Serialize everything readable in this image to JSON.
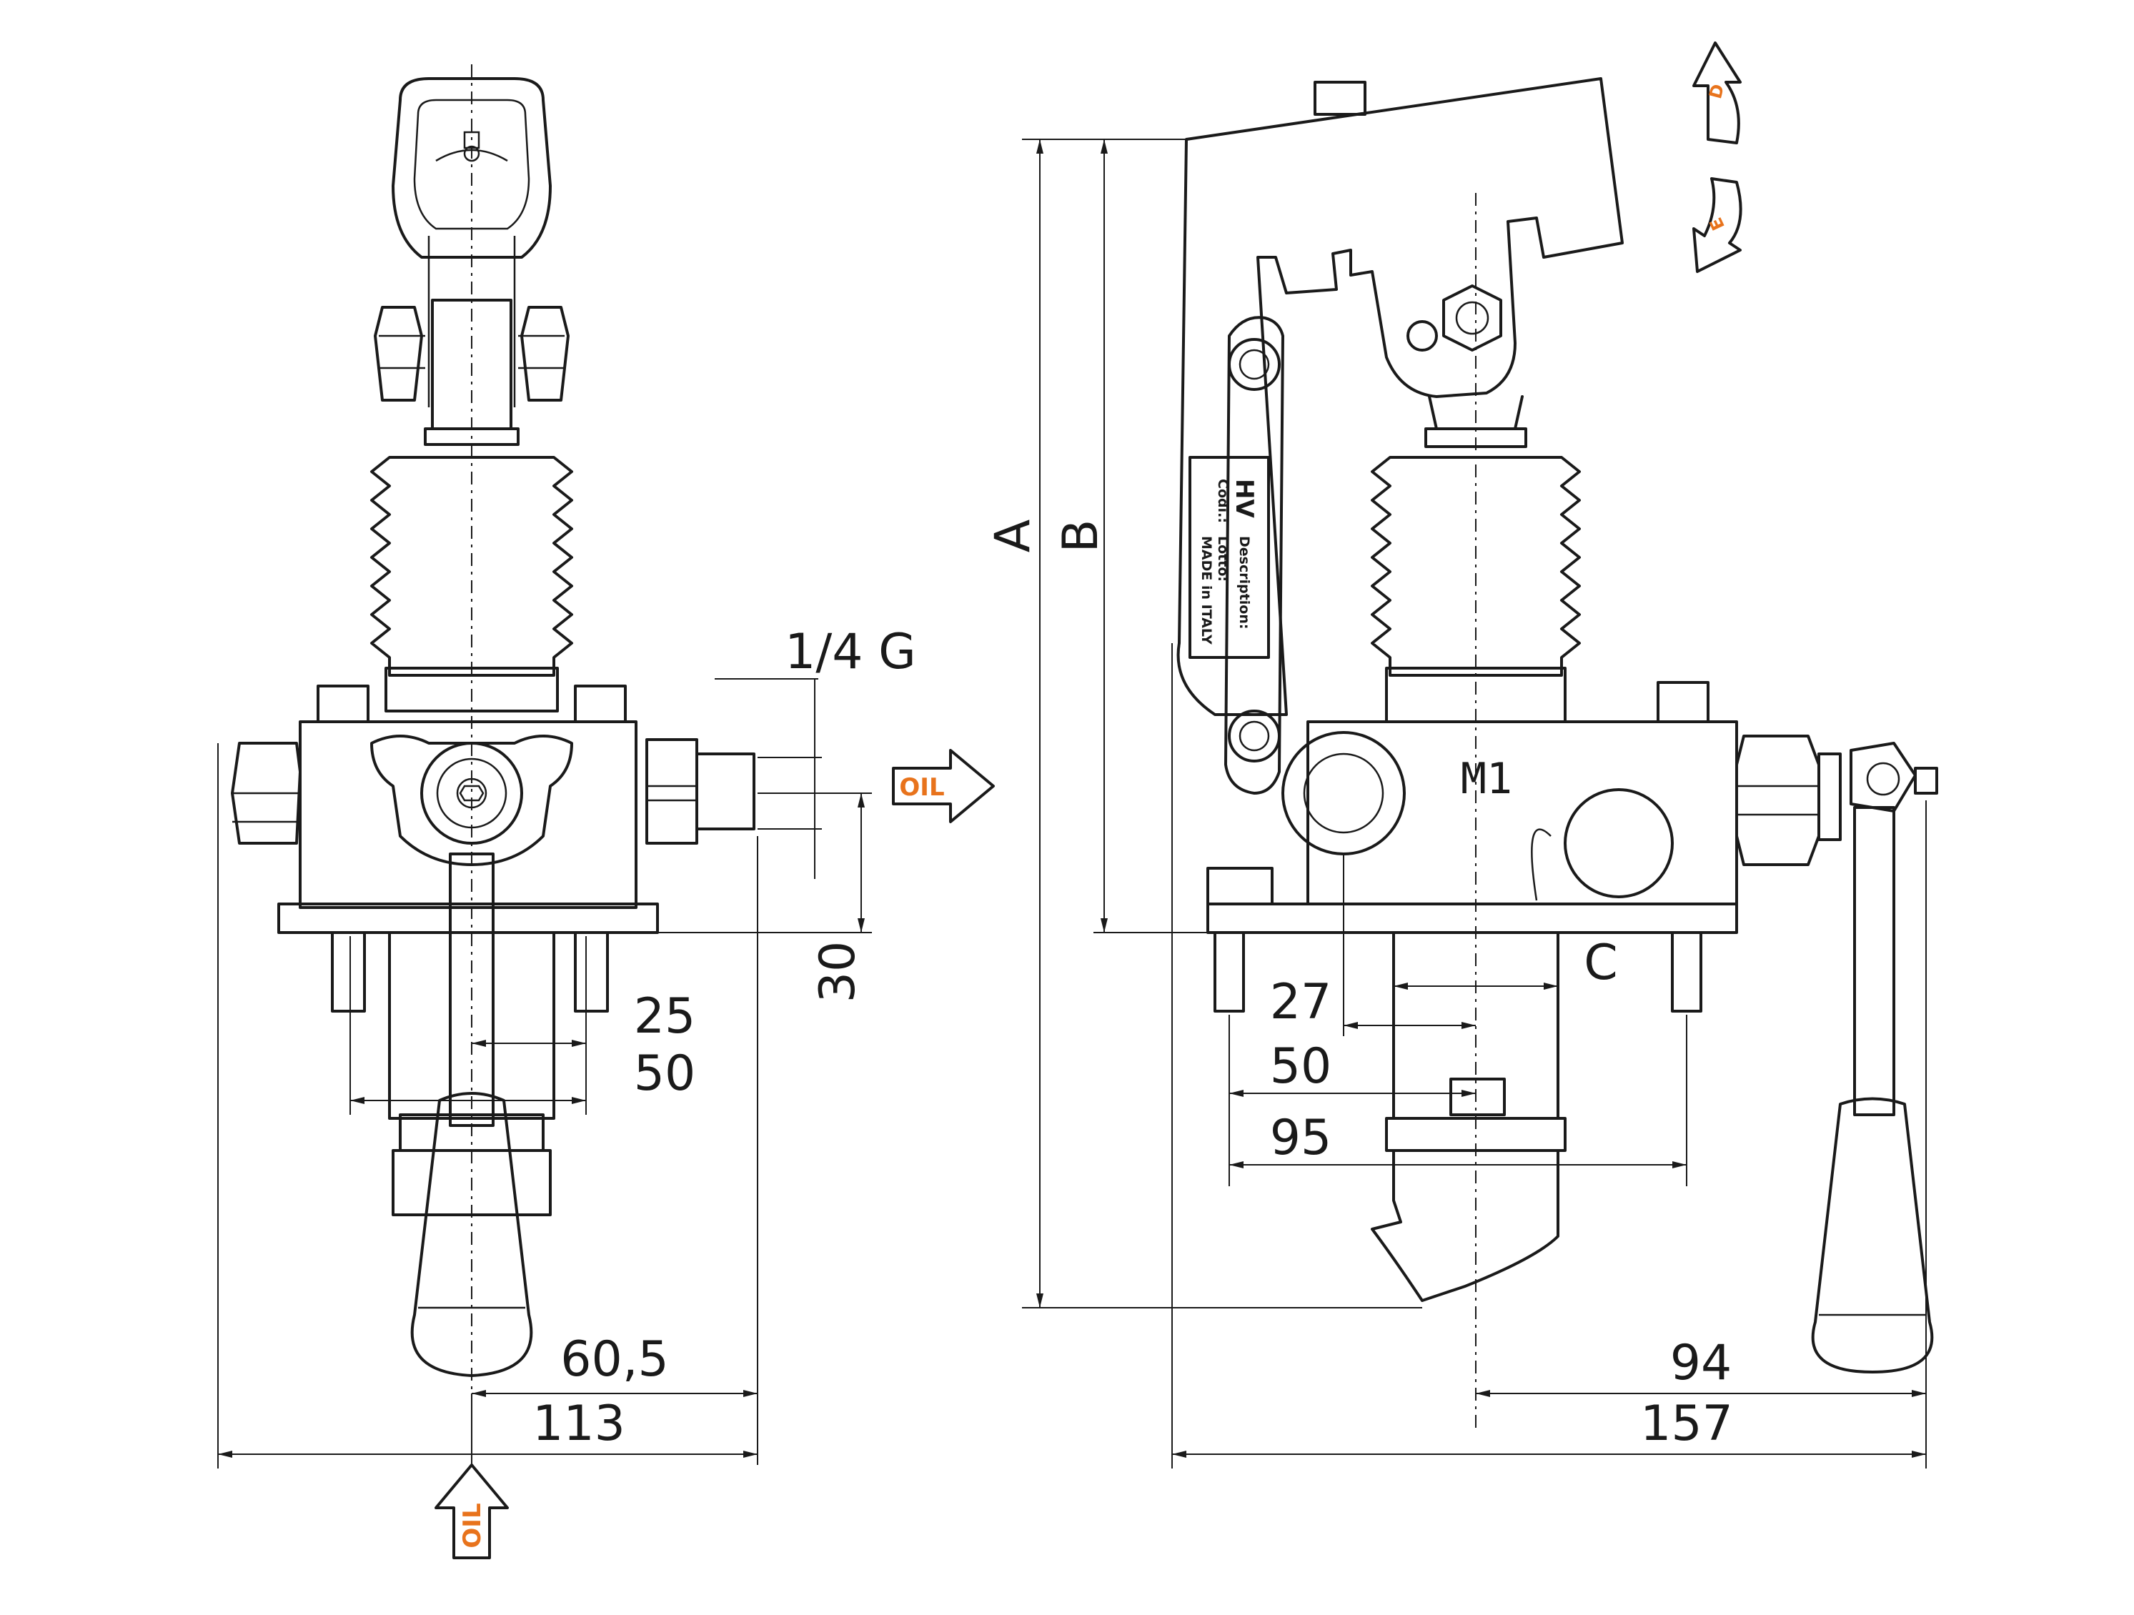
{
  "dimensions": {
    "front_view": {
      "port_thread": "1/4 G",
      "port_height": "30",
      "mount_spacing_small": "25",
      "mount_spacing_large": "50",
      "lever_offset": "60,5",
      "overall_width": "113"
    },
    "side_view": {
      "height_total": "A",
      "height_base": "B",
      "spacing_27": "27",
      "spacing_50": "50",
      "spacing_95": "95",
      "suction_c": "C",
      "lever_offset": "94",
      "overall_width": "157"
    }
  },
  "labels": {
    "gauge_port": "M1",
    "oil_right": "OIL",
    "oil_bottom": "OIL",
    "direction_up": "D",
    "direction_down": "E"
  },
  "nameplate": {
    "brand": "HV",
    "description_label": "Description:",
    "code_label": "Codi.:",
    "lot_label": "Lotto:",
    "origin": "MADE in ITALY"
  },
  "colors": {
    "line": "#1a1a1a",
    "accent": "#e8731c",
    "background": "#ffffff"
  }
}
